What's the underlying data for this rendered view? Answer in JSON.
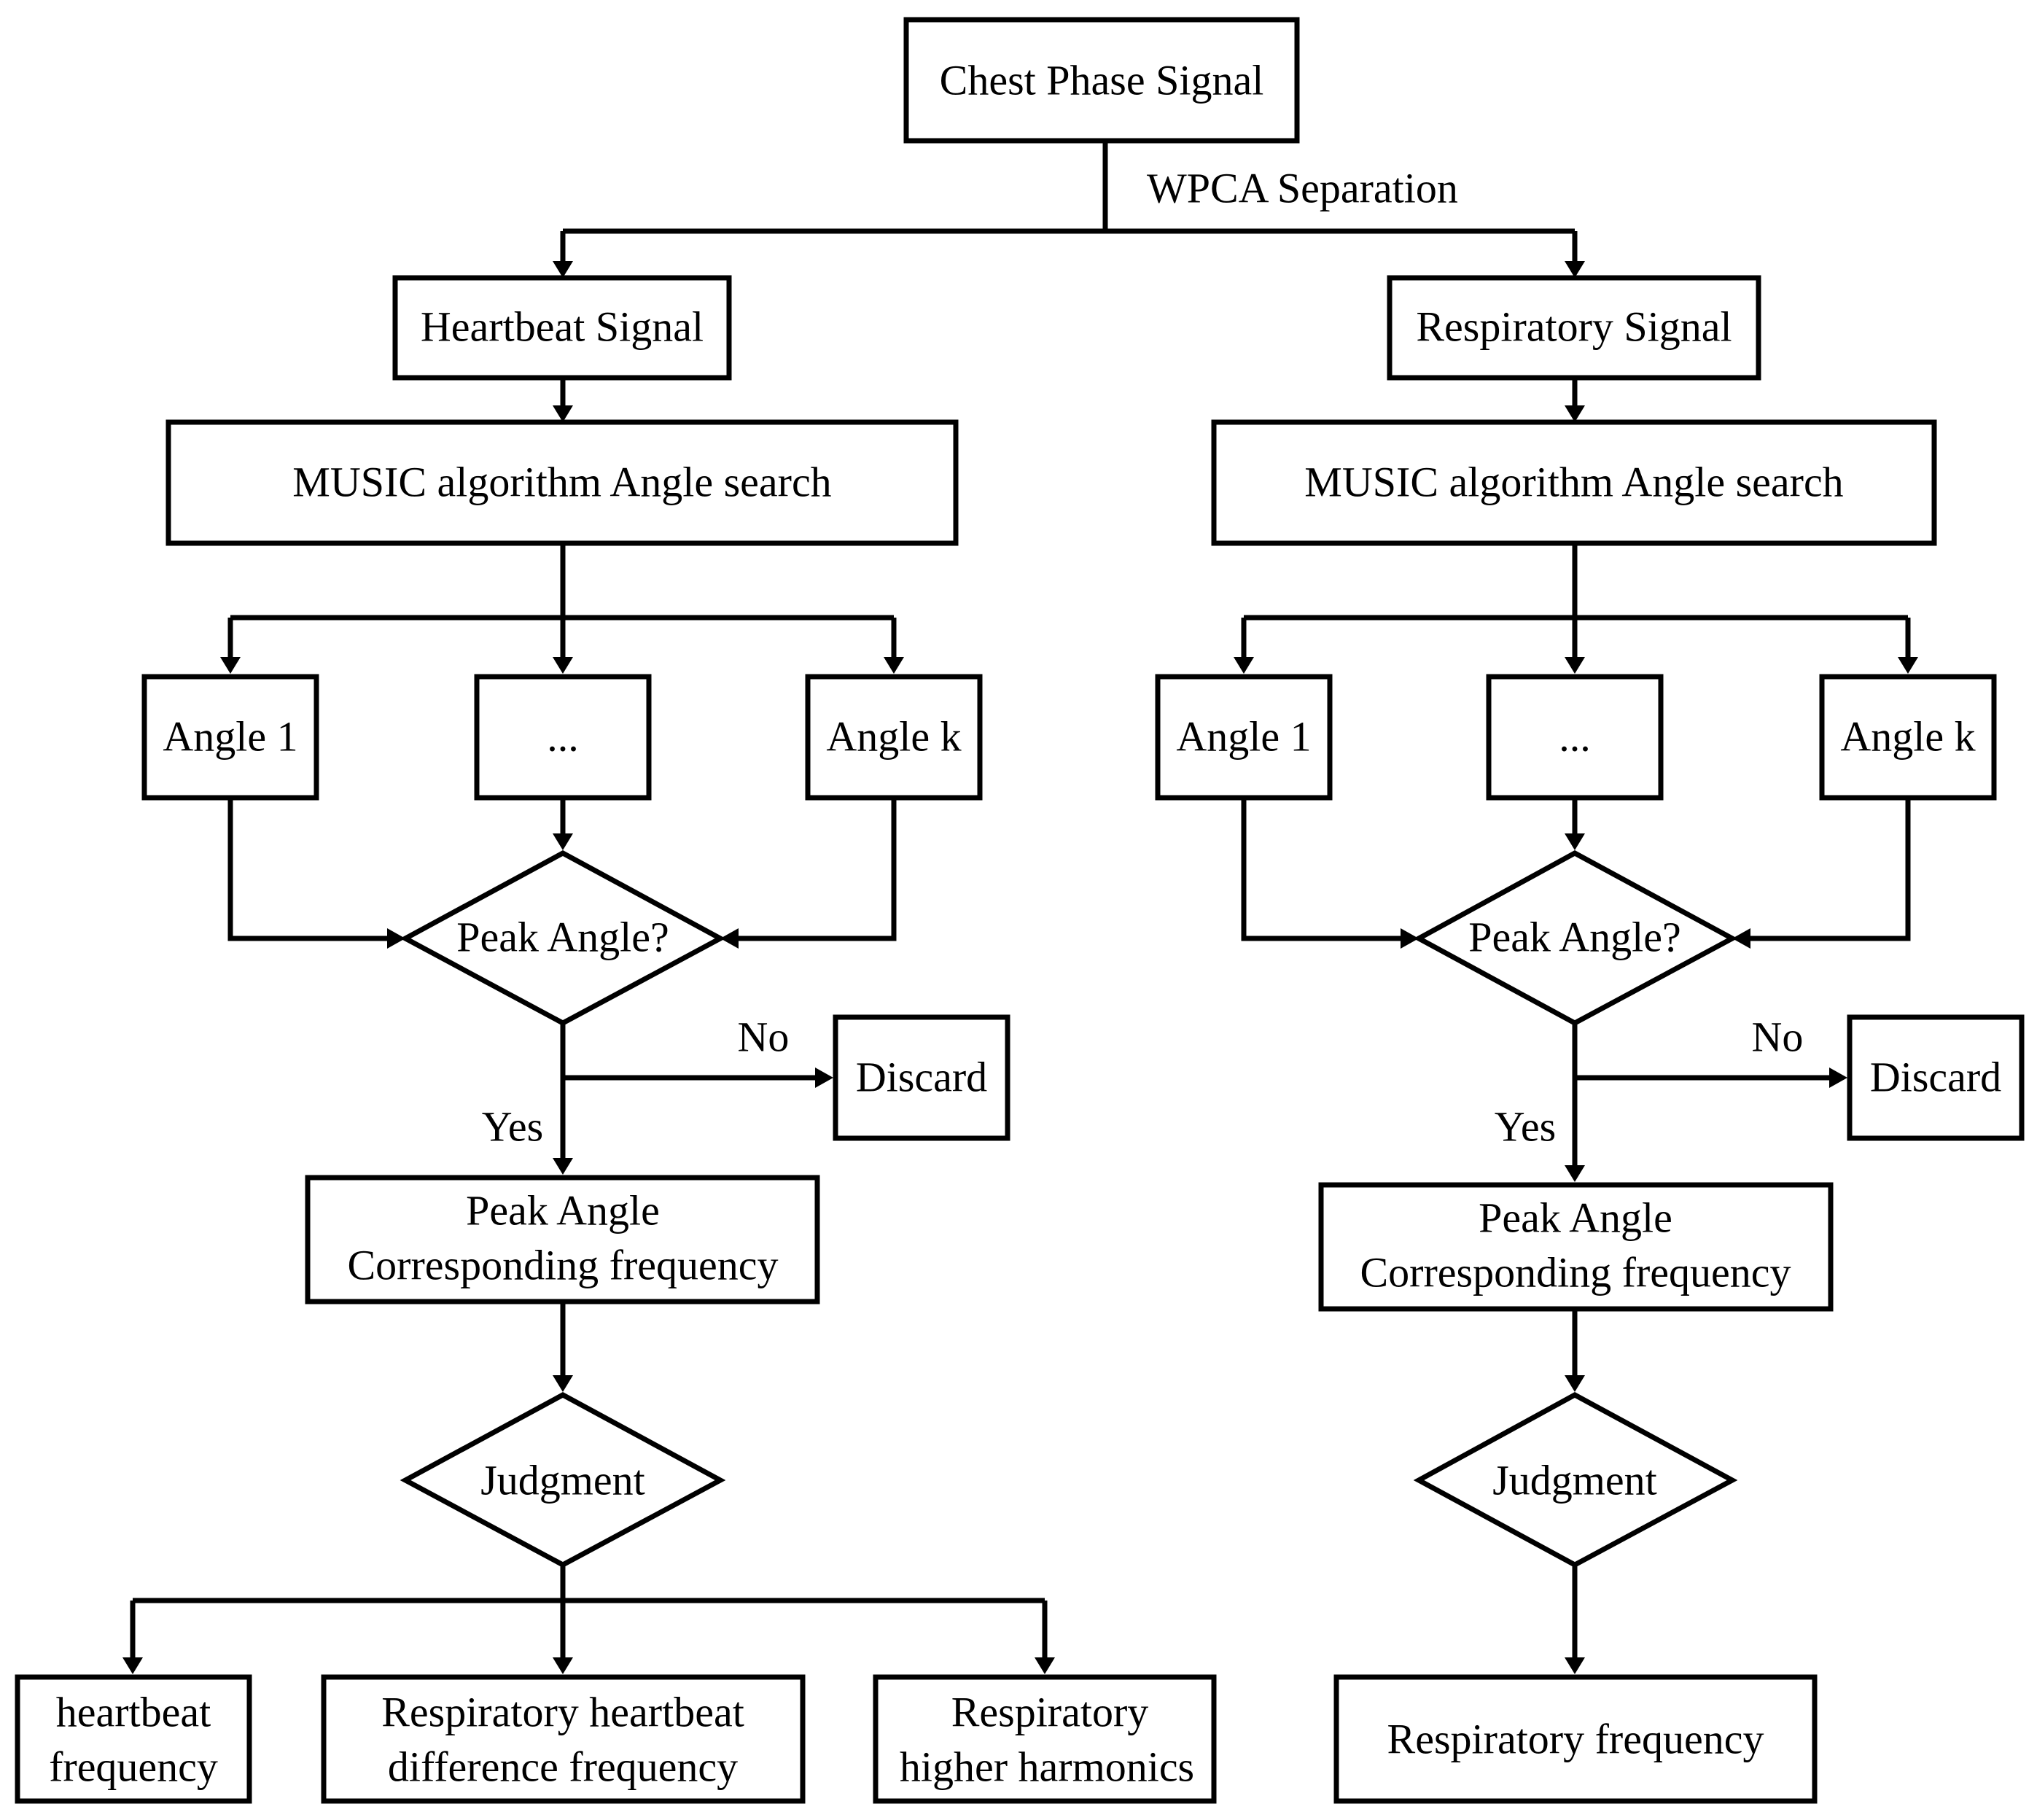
{
  "top": {
    "source": "Chest Phase Signal",
    "separation_label": "WPCA Separation"
  },
  "left": {
    "signal": "Heartbeat Signal",
    "music": "MUSIC algorithm Angle search",
    "angle_first": "Angle 1",
    "angle_middle": "...",
    "angle_last": "Angle k",
    "decision": "Peak Angle?",
    "no_label": "No",
    "yes_label": "Yes",
    "discard": "Discard",
    "freq_line1": "Peak Angle",
    "freq_line2": "Corresponding frequency",
    "judgment": "Judgment",
    "out1_line1": "heartbeat",
    "out1_line2": "frequency",
    "out2_line1": "Respiratory heartbeat",
    "out2_line2": "difference frequency",
    "out3_line1": "Respiratory",
    "out3_line2": "higher harmonics"
  },
  "right": {
    "signal": "Respiratory Signal",
    "music": "MUSIC algorithm Angle search",
    "angle_first": "Angle 1",
    "angle_middle": "...",
    "angle_last": "Angle k",
    "decision": "Peak Angle?",
    "no_label": "No",
    "yes_label": "Yes",
    "discard": "Discard",
    "freq_line1": "Peak Angle",
    "freq_line2": "Corresponding frequency",
    "judgment": "Judgment",
    "output": "Respiratory frequency"
  },
  "colors": {
    "stroke": "#000000",
    "background": "#ffffff"
  }
}
